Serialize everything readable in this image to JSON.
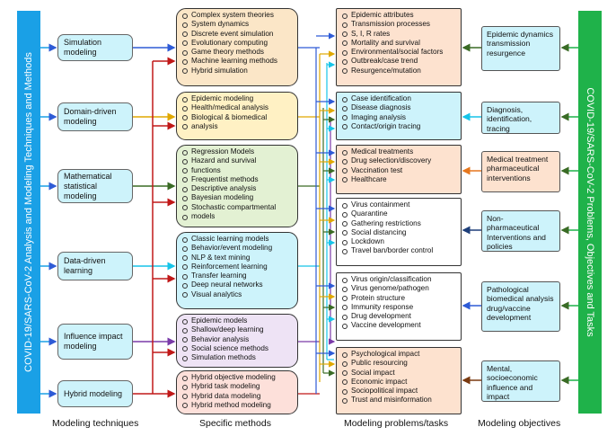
{
  "left_bar_text": "COVID-19/SARS-CoV-2 Analysis and Modeling Techniques and Methods",
  "right_bar_text": "COVID-19/SARS-CoV-2 Problems, Objectives and Tasks",
  "techniques": [
    {
      "label": "Simulation modeling"
    },
    {
      "label": "Domain-driven modeling"
    },
    {
      "label": "Mathematical statistical modeling"
    },
    {
      "label": "Data-driven learning"
    },
    {
      "label": "Influence impact modeling"
    },
    {
      "label": "Hybrid modeling"
    }
  ],
  "methods": [
    {
      "items": [
        "Complex system theories",
        "System dynamics",
        "Discrete event simulation",
        "Evolutionary computing",
        "Game theory methods",
        "Machine learning methods",
        "Hybrid simulation"
      ]
    },
    {
      "items": [
        "Epidemic modeling",
        "Health/medical analysis",
        "Biological & biomedical",
        "analysis"
      ]
    },
    {
      "items": [
        "Regression Models",
        "Hazard and survival",
        "functions",
        "Frequentist methods",
        "Descriptive analysis",
        "Bayesian modeling",
        "Stochastic compartmental",
        "models"
      ]
    },
    {
      "items": [
        "Classic learning models",
        "Behavior/event modeling",
        "NLP & text mining",
        "Reinforcement learning",
        "Transfer learning",
        "Deep neural networks",
        "Visual analytics"
      ]
    },
    {
      "items": [
        "Epidemic models",
        "Shallow/deep learning",
        "Behavior analysis",
        "Social science methods",
        "Simulation methods"
      ]
    },
    {
      "items": [
        "Hybrid objective modeling",
        "Hybrid task modeling",
        "Hybrid data modeling",
        "Hybrid method modeling"
      ]
    }
  ],
  "tasks": [
    {
      "items": [
        "Epidemic attributes",
        "Transmission processes",
        "S, I, R rates",
        "Mortality and survival",
        "Environmental/social factors",
        "Outbreak/case trend",
        "Resurgence/mutation"
      ]
    },
    {
      "items": [
        "Case identification",
        "Disease diagnosis",
        "Imaging analysis",
        "Contact/origin tracing"
      ]
    },
    {
      "items": [
        "Medical treatments",
        "Drug selection/discovery",
        "Vaccination test",
        "Healthcare"
      ]
    },
    {
      "items": [
        "Virus containment",
        "Quarantine",
        "Gathering restrictions",
        "Social distancing",
        "Lockdown",
        "Travel ban/border control"
      ]
    },
    {
      "items": [
        "Virus origin/classification",
        "Virus genome/pathogen",
        "Protein structure",
        "Immunity response",
        "Drug development",
        "Vaccine development"
      ]
    },
    {
      "items": [
        "Psychological impact",
        "Public resourcing",
        "Social impact",
        "Economic impact",
        "Sociopolitical impact",
        "Trust and misinformation"
      ]
    }
  ],
  "objectives": [
    {
      "label": "Epidemic dynamics transmission resurgence"
    },
    {
      "label": "Diagnosis, identification, tracing"
    },
    {
      "label": "Medical treatment pharmaceutical interventions"
    },
    {
      "label": "Non-pharmaceutical Interventions and policies"
    },
    {
      "label": "Pathological biomedical analysis drug/vaccine development"
    },
    {
      "label": "Mental, socioeconomic influence and impact"
    }
  ],
  "footer": {
    "techniques": "Modeling techniques",
    "methods": "Specific methods",
    "tasks": "Modeling problems/tasks",
    "objectives": "Modeling objectives"
  },
  "colors": {
    "tech_fill": "#cdf3fb",
    "method_fills": [
      "#fbe6c7",
      "#fff1c4",
      "#e3f1d3",
      "#cdf3fb",
      "#eee3f5",
      "#fde0da"
    ],
    "task_fill": "#fde2cf",
    "objective_fill": "#cdf3fb",
    "left_bar": "#1aa0e6",
    "right_bar": "#1fb24a"
  }
}
